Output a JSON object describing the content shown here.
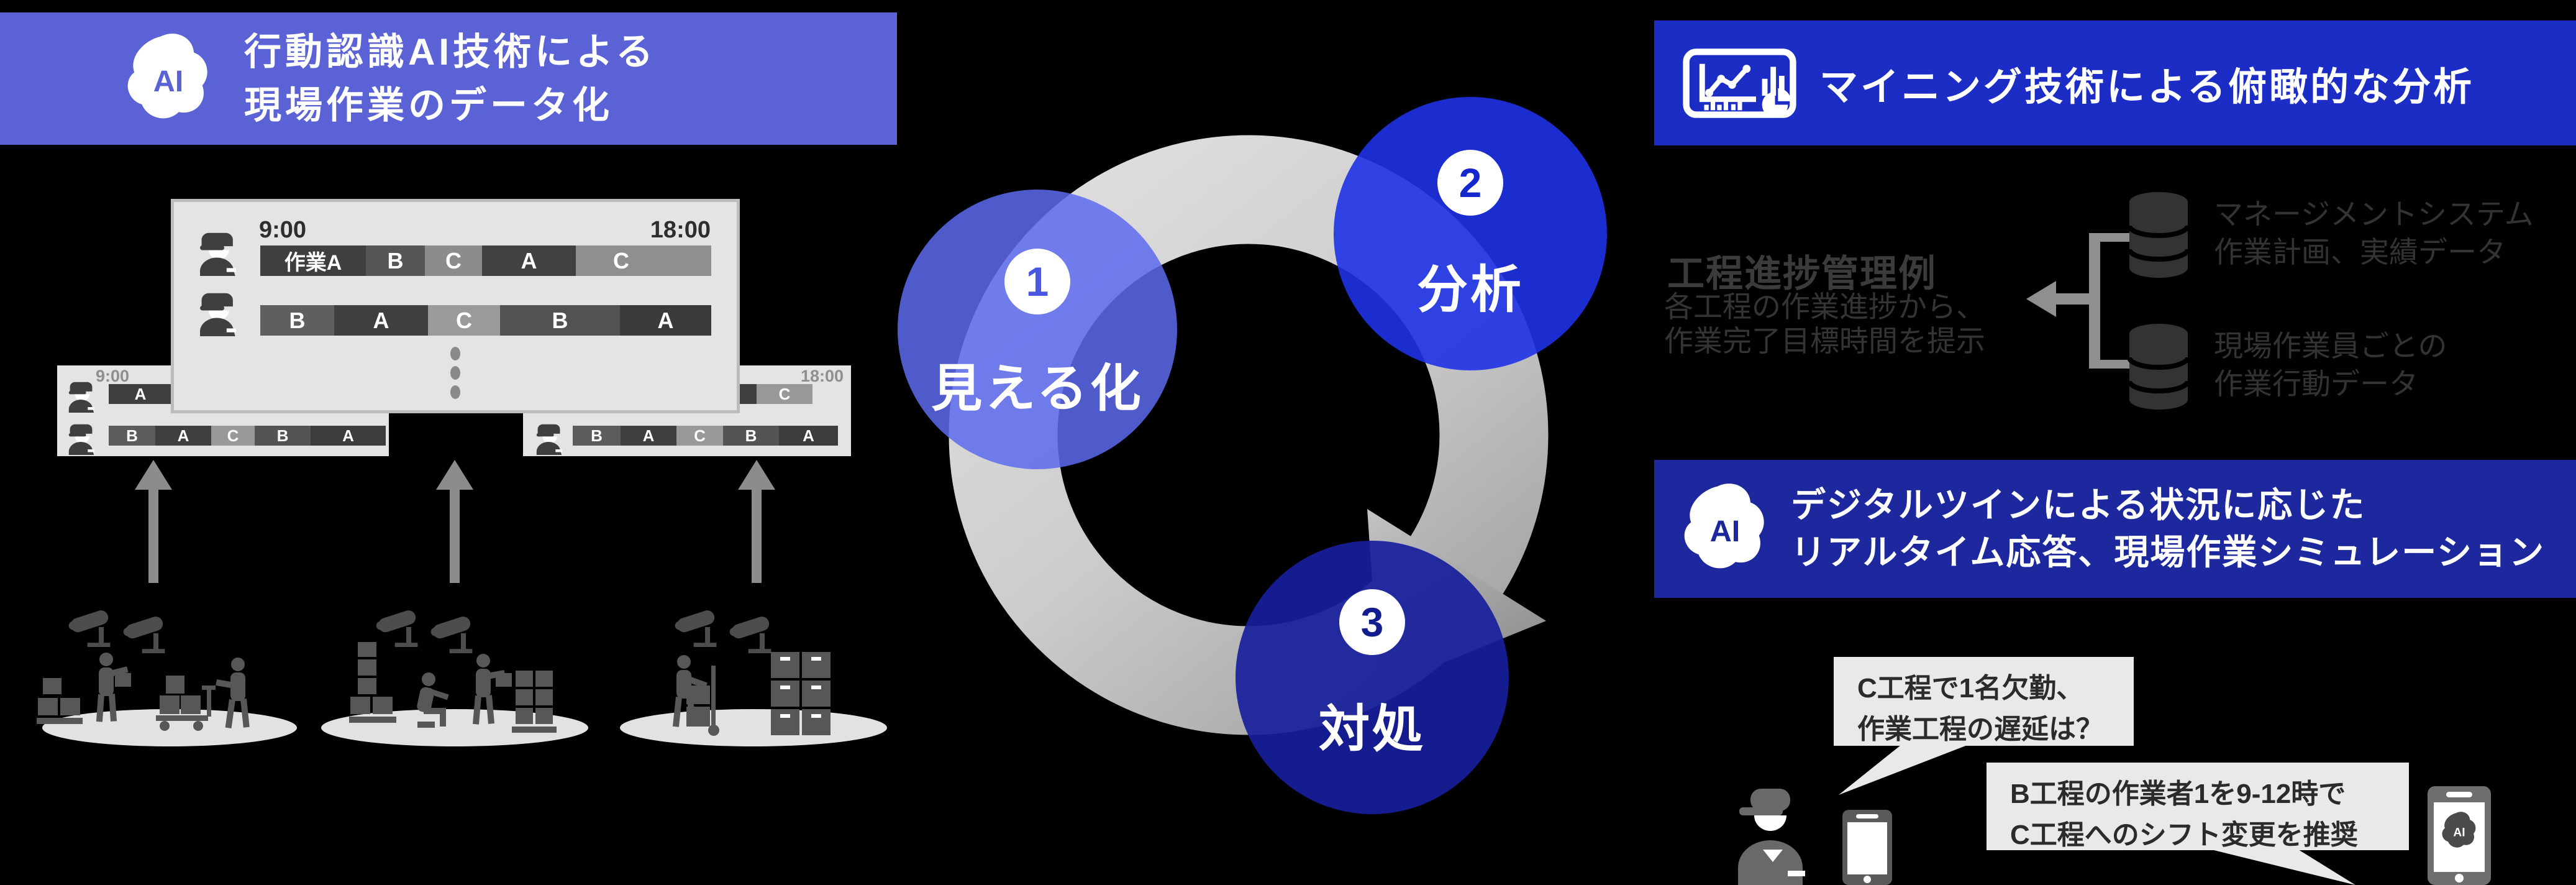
{
  "colors": {
    "banner_recognition": "#5a62d6",
    "banner_mining": "#1c2dc5",
    "banner_digital_twin": "#1d289e",
    "step1": "#5d6aee",
    "step2": "#1e32e6",
    "step3": "#161e9b",
    "ring": "#cfcfcf",
    "monitor_bg": "#e4e4e4",
    "bubble_bg": "#e9e9e9"
  },
  "banner_recognition": {
    "ai_label": "AI",
    "lines": [
      "行動認識AI技術による",
      "現場作業のデータ化"
    ]
  },
  "gantt": {
    "main_monitor": {
      "time_start": "9:00",
      "time_end": "18:00",
      "row1": [
        {
          "label": "作業A"
        },
        {
          "label": "B"
        },
        {
          "label": "C"
        },
        {
          "label": "A"
        },
        {
          "label": "C"
        }
      ],
      "row2": [
        {
          "label": "B"
        },
        {
          "label": "A"
        },
        {
          "label": "C"
        },
        {
          "label": "B"
        },
        {
          "label": "A"
        }
      ]
    },
    "left_monitor": {
      "time_start": "9:00",
      "row1": [
        {
          "label": "A"
        }
      ],
      "row2": [
        {
          "label": "B"
        },
        {
          "label": "A"
        },
        {
          "label": "C"
        },
        {
          "label": "B"
        },
        {
          "label": "A"
        }
      ]
    },
    "right_monitor": {
      "time_end": "18:00",
      "row1": [
        {
          "label": "C"
        }
      ],
      "row2": [
        {
          "label": "B"
        },
        {
          "label": "A"
        },
        {
          "label": "C"
        },
        {
          "label": "B"
        },
        {
          "label": "A"
        }
      ]
    }
  },
  "cycle": {
    "steps": [
      {
        "number": "1",
        "label": "見える化"
      },
      {
        "number": "2",
        "label": "分析"
      },
      {
        "number": "3",
        "label": "対処"
      }
    ]
  },
  "banner_mining": {
    "label": "マイニング技術による俯瞰的な分析"
  },
  "process_example": {
    "title": "工程進捗管理例",
    "desc_lines": [
      "各工程の作業進捗から、",
      "作業完了目標時間を提示"
    ],
    "data_sources": [
      {
        "lines": [
          "マネージメントシステム",
          "作業計画、実績データ"
        ]
      },
      {
        "lines": [
          "現場作業員ごとの",
          "作業行動データ"
        ]
      }
    ]
  },
  "banner_digital_twin": {
    "ai_label": "AI",
    "lines": [
      "デジタルツインによる状況に応じた",
      "リアルタイム応答、現場作業シミュレーション"
    ]
  },
  "dialog": {
    "question_lines": [
      "C工程で1名欠勤、",
      "作業工程の遅延は？"
    ],
    "answer_lines": [
      "B工程の作業者1を9-12時で",
      "C工程へのシフト変更を推奨"
    ],
    "phone_ai_label": "AI"
  }
}
